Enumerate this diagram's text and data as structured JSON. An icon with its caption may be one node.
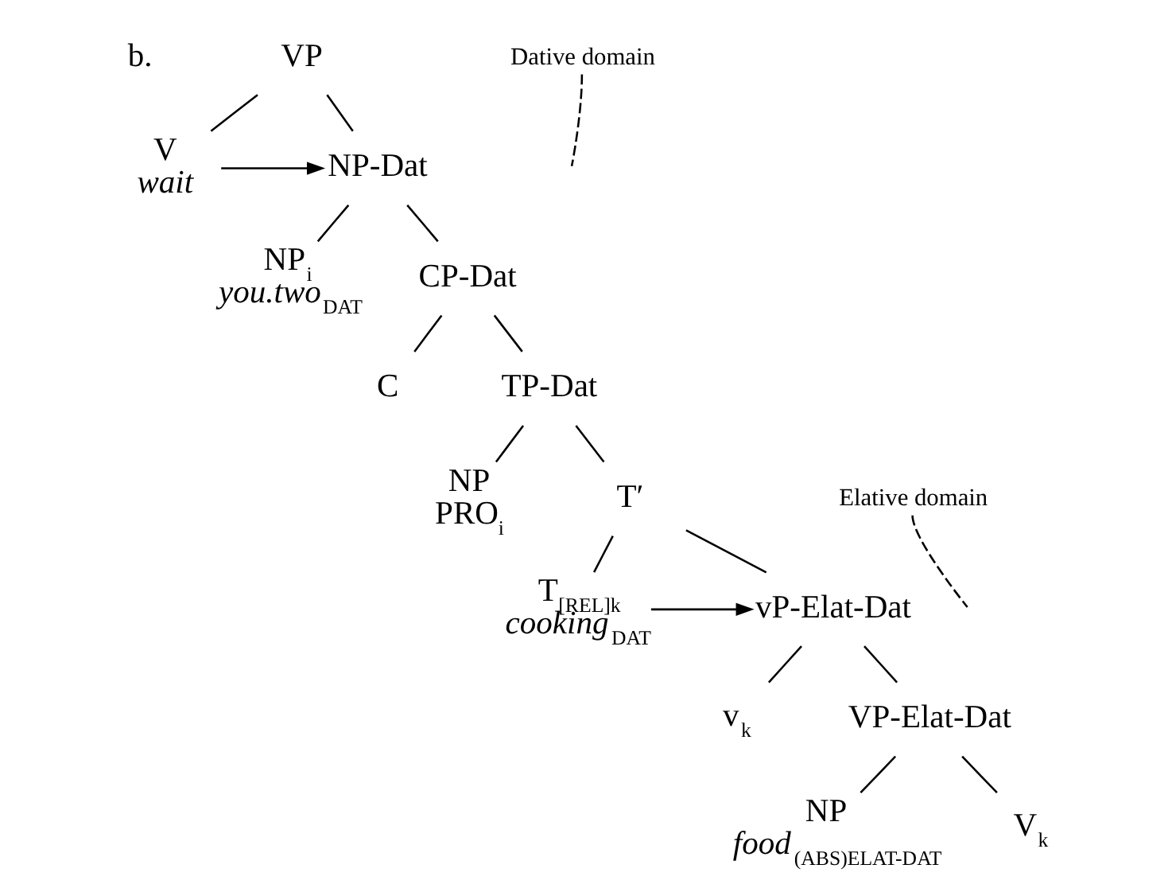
{
  "diagram": {
    "nodes": [
      {
        "text": [
          "VP"
        ]
      },
      {
        "text": [
          "V",
          "wait"
        ]
      },
      {
        "text": [
          "NP-Dat"
        ]
      },
      {
        "text": [
          "NP$_{i}$",
          "you.two$_{DAT}$"
        ]
      },
      {
        "text": [
          "CP-Dat"
        ]
      },
      {
        "text": [
          "C"
        ]
      },
      {
        "text": [
          "TP-Dat"
        ]
      },
      {
        "text": [
          "NP",
          "PRO$_{i}$"
        ]
      },
      {
        "text": [
          "T′"
        ]
      },
      {
        "text": [
          "T$_{[REL]k}$",
          "cooking$_{DAT}$"
        ]
      },
      {
        "text": [
          "vP-Elat-Dat"
        ]
      },
      {
        "text": [
          "v$_{k}$"
        ]
      },
      {
        "text": [
          "VP-Elat-Dat"
        ]
      },
      {
        "text": [
          "NP",
          "food$_{(ABS)ELAT-DAT}$"
        ]
      },
      {
        "text": [
          "V$_{k}$"
        ]
      },
      {
        "text": [
          "Dative domain"
        ]
      },
      {
        "text": [
          "Elative domain"
        ]
      }
    ],
    "edges": [
      {
        "from": 0,
        "to": 1,
        "arrow": "none"
      },
      {
        "from": 0,
        "to": 2,
        "arrow": "none"
      },
      {
        "from": 1,
        "to": 2,
        "arrow": "to"
      },
      {
        "from": 2,
        "to": 3,
        "arrow": "none"
      },
      {
        "from": 2,
        "to": 4,
        "arrow": "none"
      },
      {
        "from": 4,
        "to": 5,
        "arrow": "none"
      },
      {
        "from": 4,
        "to": 6,
        "arrow": "none"
      },
      {
        "from": 6,
        "to": 7,
        "arrow": "none"
      },
      {
        "from": 6,
        "to": 8,
        "arrow": "none"
      },
      {
        "from": 8,
        "to": 9,
        "arrow": "none"
      },
      {
        "from": 8,
        "to": 10,
        "arrow": "none"
      },
      {
        "from": 9,
        "to": 10,
        "arrow": "to"
      },
      {
        "from": 10,
        "to": 11,
        "arrow": "none"
      },
      {
        "from": 10,
        "to": 12,
        "arrow": "none"
      },
      {
        "from": 12,
        "to": 13,
        "arrow": "none"
      },
      {
        "from": 12,
        "to": 14,
        "arrow": "none"
      },
      {
        "from": 15,
        "to": null,
        "arrow": "none",
        "style": "dashed"
      },
      {
        "from": 16,
        "to": null,
        "arrow": "none",
        "style": "dashed"
      }
    ],
    "labels": [
      "b."
    ]
  }
}
